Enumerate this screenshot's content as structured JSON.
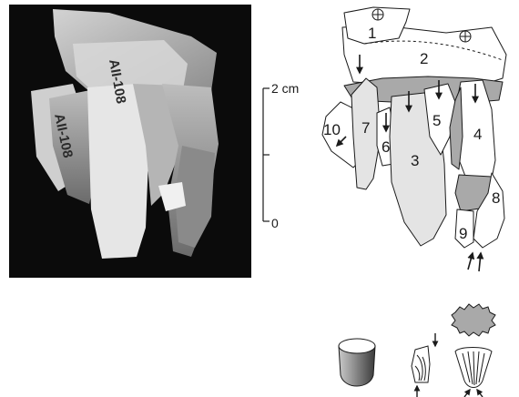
{
  "photo": {
    "specimen_inscriptions": [
      "AII-108",
      "AII-108"
    ]
  },
  "scale_bar": {
    "top_label": "2 cm",
    "bottom_label": "0"
  },
  "refit_drawing": {
    "fragment_numbers": [
      "1",
      "2",
      "3",
      "4",
      "5",
      "6",
      "7",
      "8",
      "9",
      "10"
    ],
    "colors": {
      "outline": "#1a1a1a",
      "light_fill": "#e4e4e4",
      "dark_fill": "#a9a9a9",
      "white_fill": "#ffffff"
    }
  },
  "legend_icons": [
    "core-shaded-icon",
    "blade-scars-icon",
    "cone-core-icon",
    "platform-gear-icon"
  ]
}
